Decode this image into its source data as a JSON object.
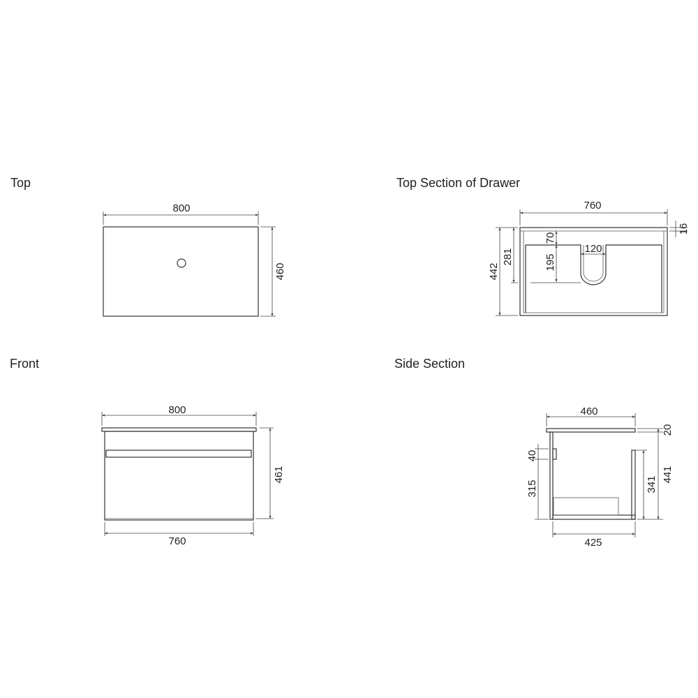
{
  "views": {
    "top": {
      "title": "Top",
      "width": "800",
      "depth": "460"
    },
    "drawer_section": {
      "title": "Top Section of Drawer",
      "width": "760",
      "panel": "16",
      "depth": "442",
      "notch_depth": "281",
      "front_gap": "70",
      "cutout_depth": "195",
      "cutout_width": "120"
    },
    "front": {
      "title": "Front",
      "top_width": "800",
      "height": "461",
      "body_width": "760"
    },
    "side_section": {
      "title": "Side Section",
      "depth": "460",
      "top_thickness": "20",
      "height": "441",
      "back_height": "341",
      "handle": "40",
      "drawer_height": "315",
      "body_depth": "425"
    }
  }
}
